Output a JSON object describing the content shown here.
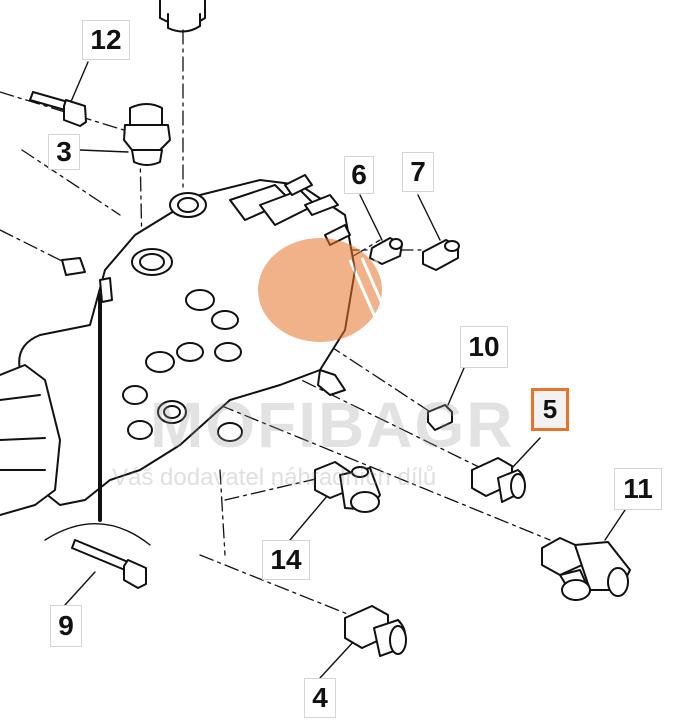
{
  "callouts": [
    {
      "id": "12",
      "label": "12",
      "part": "bolt"
    },
    {
      "id": "3",
      "label": "3",
      "part": "fitting"
    },
    {
      "id": "6",
      "label": "6",
      "part": "small-fitting"
    },
    {
      "id": "7",
      "label": "7",
      "part": "plug"
    },
    {
      "id": "10",
      "label": "10",
      "part": "plug"
    },
    {
      "id": "5",
      "label": "5",
      "part": "adapter",
      "highlighted": true
    },
    {
      "id": "11",
      "label": "11",
      "part": "tee-fitting"
    },
    {
      "id": "14",
      "label": "14",
      "part": "elbow-fitting"
    },
    {
      "id": "9",
      "label": "9",
      "part": "bolt"
    },
    {
      "id": "4",
      "label": "4",
      "part": "adapter"
    }
  ],
  "watermark": {
    "brand": "MOFIBAGR",
    "tagline": "Váš dodavatel náhradních dílů"
  },
  "colors": {
    "line": "#111111",
    "highlight": "#e8742a",
    "logo": "#e8742a"
  }
}
